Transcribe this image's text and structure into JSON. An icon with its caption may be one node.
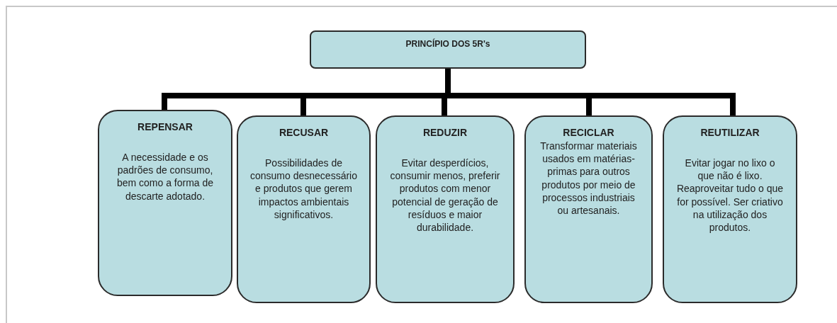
{
  "diagram": {
    "nodes": [
      {
        "text": [
          "PRINCÍPIO DOS 5R's"
        ]
      },
      {
        "text": [
          "REPENSAR",
          "A necessidade e os padrões de consumo, bem como a forma de descarte adotado."
        ]
      },
      {
        "text": [
          "RECUSAR",
          "Possibilidades de consumo desnecessário e produtos que gerem impactos ambientais significativos."
        ]
      },
      {
        "text": [
          "REDUZIR",
          "Evitar desperdícios, consumir menos, preferir produtos com menor potencial de geração de resíduos e maior durabilidade."
        ]
      },
      {
        "text": [
          "RECICLAR",
          "Transformar materiais usados em matérias-primas para outros produtos por meio de processos industriais ou artesanais."
        ]
      },
      {
        "text": [
          "REUTILIZAR",
          "Evitar jogar no lixo o que não é lixo. Reaproveitar tudo o que for possível. Ser criativo na utilização dos produtos."
        ]
      }
    ],
    "edges": [
      {
        "from": 0,
        "to": 1,
        "arrow": "none"
      },
      {
        "from": 0,
        "to": 2,
        "arrow": "none"
      },
      {
        "from": 0,
        "to": 3,
        "arrow": "none"
      },
      {
        "from": 0,
        "to": 4,
        "arrow": "none"
      },
      {
        "from": 0,
        "to": 5,
        "arrow": "none"
      }
    ]
  }
}
